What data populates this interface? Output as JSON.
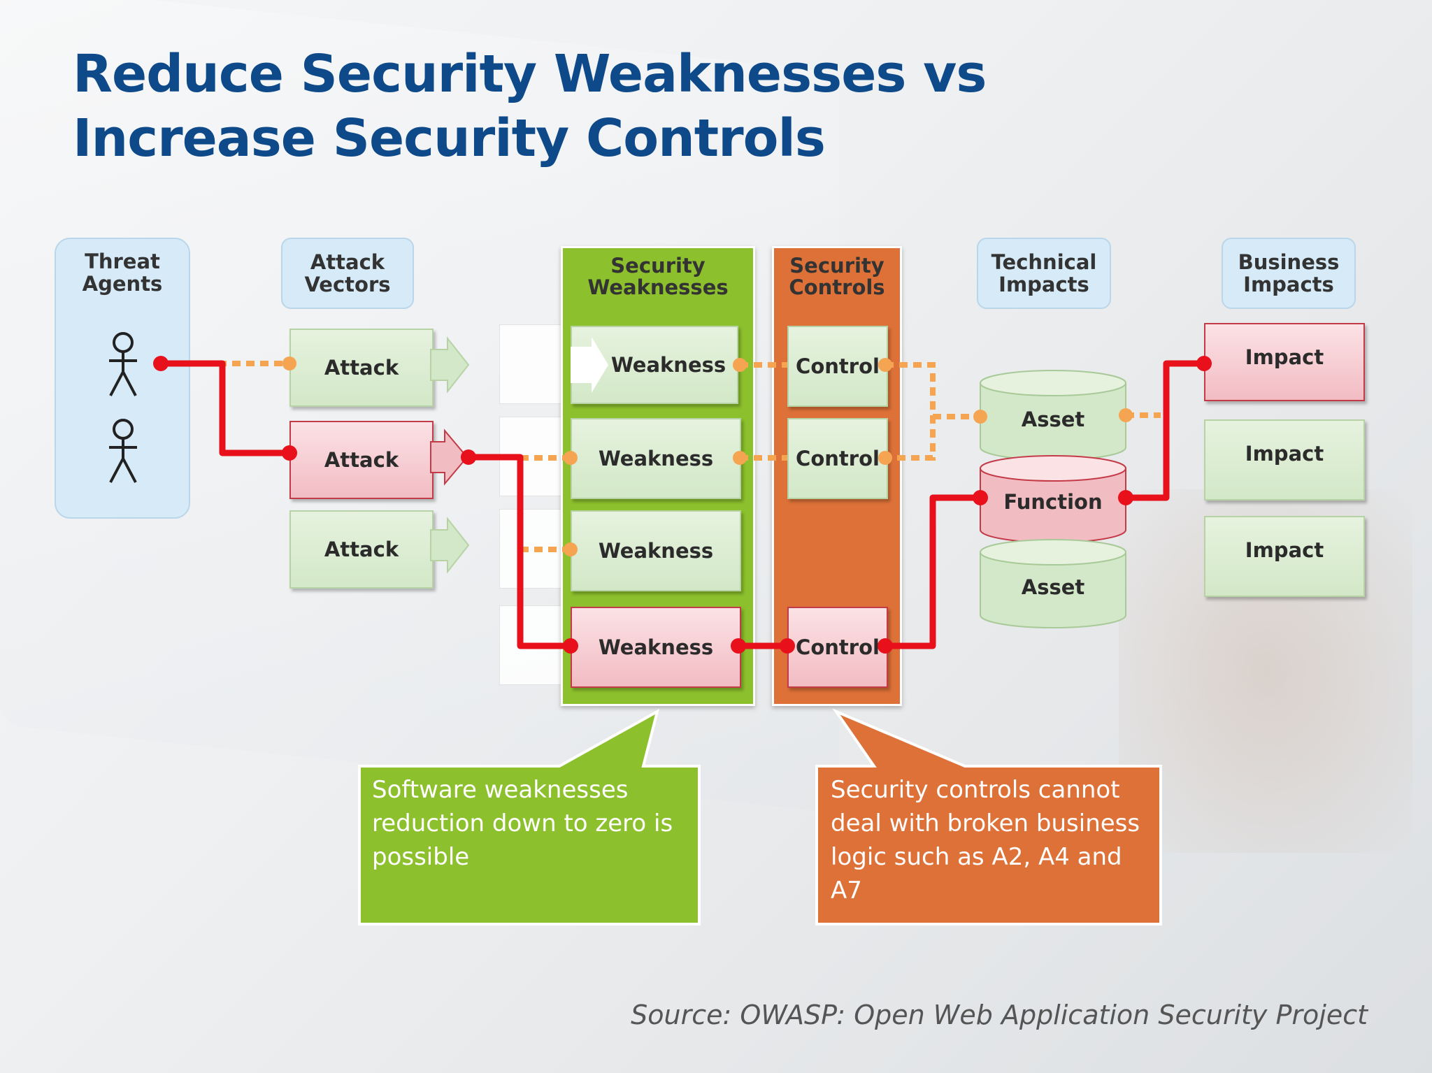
{
  "title": {
    "line1": "Reduce Security Weaknesses vs",
    "line2": "Increase Security Controls"
  },
  "headers": {
    "threat_agents": "Threat\nAgents",
    "attack_vectors": "Attack\nVectors",
    "security_weaknesses": "Security\nWeaknesses",
    "security_controls": "Security\nControls",
    "technical_impacts": "Technical\nImpacts",
    "business_impacts": "Business\nImpacts"
  },
  "attacks": [
    "Attack",
    "Attack",
    "Attack"
  ],
  "weaknesses": [
    "Weakness",
    "Weakness",
    "Weakness",
    "Weakness"
  ],
  "controls": [
    "Control",
    "Control",
    "Control"
  ],
  "assets": [
    "Asset",
    "Function",
    "Asset"
  ],
  "impacts": [
    "Impact",
    "Impact",
    "Impact"
  ],
  "callouts": {
    "green": "Software weaknesses reduction down to zero is possible",
    "orange": "Security controls cannot deal with broken business logic such as A2, A4 and A7"
  },
  "source": "Source: OWASP: Open Web Application Security Project",
  "colors": {
    "title": "#0e4a8a",
    "attack_path": "#e8101a",
    "dotted": "#f5a552",
    "green": "#8cc02c",
    "orange": "#dd7138"
  },
  "icons": [
    "person-icon",
    "person-icon",
    "arrow-icon"
  ]
}
